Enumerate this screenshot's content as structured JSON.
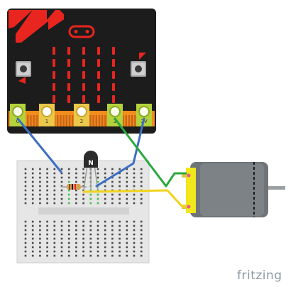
{
  "board": {
    "pin_labels": [
      "0",
      "1",
      "2",
      "3",
      "3V"
    ]
  },
  "transistor": {
    "label": "N"
  },
  "branding": {
    "name": "fritzing"
  },
  "colors": {
    "board_body": "#1c1c1c",
    "board_accent": "#e8251f",
    "led_red": "#e8251f",
    "edge_connector": "#f28c1c",
    "pad_gold": "#e9c84a",
    "pad_active": "#b4d23c",
    "breadboard": "#e6e6e6",
    "wire_blue": "#3d6fc4",
    "wire_green": "#2aa83c",
    "wire_yellow": "#f2d31c",
    "motor_body": "#6f7478",
    "motor_cap": "#f2e61c"
  }
}
